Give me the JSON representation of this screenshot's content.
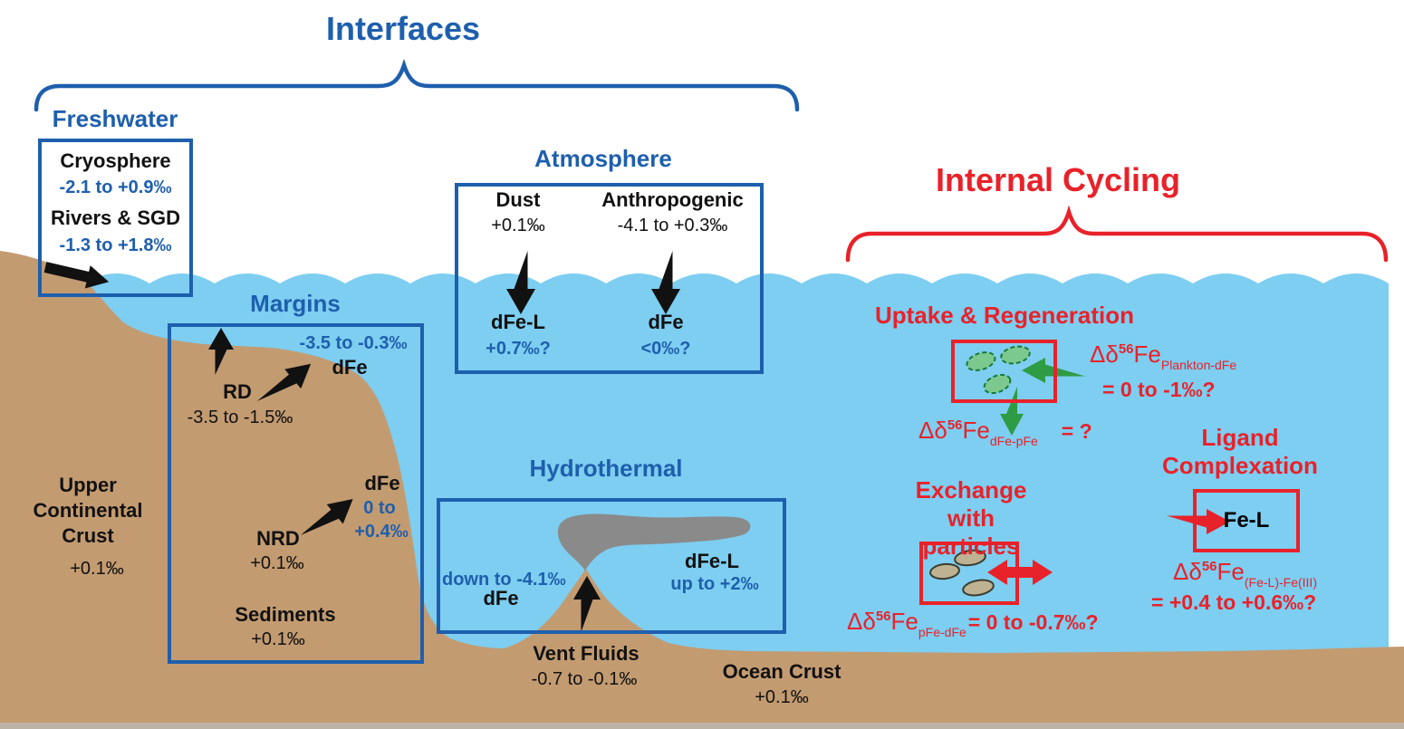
{
  "interfaces_title": "Interfaces",
  "internal_cycling_title": "Internal Cycling",
  "freshwater": {
    "title": "Freshwater",
    "cryosphere_label": "Cryosphere",
    "cryosphere_value": "-2.1 to +0.9‰",
    "rivers_label": "Rivers & SGD",
    "rivers_value": "-1.3 to +1.8‰"
  },
  "atmosphere": {
    "title": "Atmosphere",
    "dust_label": "Dust",
    "dust_value": "+0.1‰",
    "anthropogenic_label": "Anthropogenic",
    "anthropogenic_value": "-4.1 to +0.3‰",
    "dfe_l_label": "dFe-L",
    "dfe_l_value": "+0.7‰?",
    "dfe_label": "dFe",
    "dfe_value": "<0‰?"
  },
  "margins": {
    "title": "Margins",
    "dfe_upper_value": "-3.5 to -0.3‰",
    "dfe_upper_label": "dFe",
    "rd_label": "RD",
    "rd_value": "-3.5 to -1.5‰",
    "dfe_lower_label": "dFe",
    "dfe_lower_value_line1": "0 to",
    "dfe_lower_value_line2": "+0.4‰",
    "nrd_label": "NRD",
    "nrd_value": "+0.1‰",
    "sediments_label": "Sediments",
    "sediments_value": "+0.1‰"
  },
  "hydrothermal": {
    "title": "Hydrothermal",
    "dfe_value": "down to -4.1‰",
    "dfe_label": "dFe",
    "dfe_l_label": "dFe-L",
    "dfe_l_value": "up to +2‰",
    "vent_label": "Vent Fluids",
    "vent_value": "-0.7 to -0.1‰"
  },
  "crust": {
    "upper_label": "Upper Continental Crust",
    "upper_value": "+0.1‰",
    "ocean_label": "Ocean Crust",
    "ocean_value": "+0.1‰"
  },
  "internal": {
    "uptake_title": "Uptake & Regeneration",
    "uptake_formula": {
      "delta": "Δδ",
      "mass": "56",
      "fe": "Fe",
      "sub": "Plankton-dFe"
    },
    "uptake_eq": "= 0 to -1‰?",
    "regen_formula": {
      "delta": "Δδ",
      "mass": "56",
      "fe": "Fe",
      "sub": "dFe-pFe",
      "eq": "= ?"
    },
    "exchange_title": "Exchange with particles",
    "exchange_formula": {
      "delta": "Δδ",
      "mass": "56",
      "fe": "Fe",
      "sub": "pFe-dFe",
      "eq": "= 0 to -0.7‰?"
    },
    "ligand_title": "Ligand Complexation",
    "fe_l_label": "Fe-L",
    "ligand_formula": {
      "delta": "Δδ",
      "mass": "56",
      "fe": "Fe",
      "sub": "(Fe-L)-Fe(III)"
    },
    "ligand_eq": "= +0.4 to +0.6‰?"
  },
  "colors": {
    "blue": "#1E5FAD",
    "red": "#E8222A",
    "green": "#2E9C44",
    "water": "#7DCEF1",
    "land": "#C39B71",
    "plume": "#8A8A8A"
  }
}
